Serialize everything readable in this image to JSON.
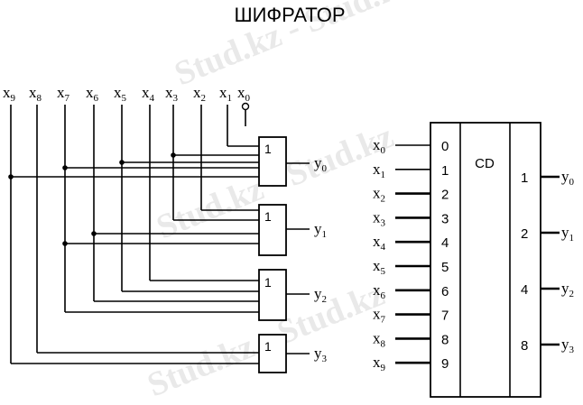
{
  "title": "ШИФРАТОР",
  "watermark": {
    "text": "Stud.kz - Stud.kz"
  },
  "gate_scheme": {
    "inputs": [
      {
        "base": "x",
        "sub": "9"
      },
      {
        "base": "x",
        "sub": "8"
      },
      {
        "base": "x",
        "sub": "7"
      },
      {
        "base": "x",
        "sub": "6"
      },
      {
        "base": "x",
        "sub": "5"
      },
      {
        "base": "x",
        "sub": "4"
      },
      {
        "base": "x",
        "sub": "3"
      },
      {
        "base": "x",
        "sub": "2"
      },
      {
        "base": "x",
        "sub": "1"
      },
      {
        "base": "x",
        "sub": "0"
      }
    ],
    "gates": [
      {
        "label": "1",
        "output": {
          "base": "y",
          "sub": "0"
        }
      },
      {
        "label": "1",
        "output": {
          "base": "y",
          "sub": "1"
        }
      },
      {
        "label": "1",
        "output": {
          "base": "y",
          "sub": "2"
        }
      },
      {
        "label": "1",
        "output": {
          "base": "y",
          "sub": "3"
        }
      }
    ]
  },
  "cd_block": {
    "label": "CD",
    "inputs": [
      {
        "base": "x",
        "sub": "0",
        "pin": "0"
      },
      {
        "base": "x",
        "sub": "1",
        "pin": "1"
      },
      {
        "base": "x",
        "sub": "2",
        "pin": "2"
      },
      {
        "base": "x",
        "sub": "3",
        "pin": "3"
      },
      {
        "base": "x",
        "sub": "4",
        "pin": "4"
      },
      {
        "base": "x",
        "sub": "5",
        "pin": "5"
      },
      {
        "base": "x",
        "sub": "6",
        "pin": "6"
      },
      {
        "base": "x",
        "sub": "7",
        "pin": "7"
      },
      {
        "base": "x",
        "sub": "8",
        "pin": "8"
      },
      {
        "base": "x",
        "sub": "9",
        "pin": "9"
      }
    ],
    "outputs": [
      {
        "pin": "1",
        "base": "y",
        "sub": "0"
      },
      {
        "pin": "2",
        "base": "y",
        "sub": "1"
      },
      {
        "pin": "4",
        "base": "y",
        "sub": "2"
      },
      {
        "pin": "8",
        "base": "y",
        "sub": "3"
      }
    ]
  }
}
